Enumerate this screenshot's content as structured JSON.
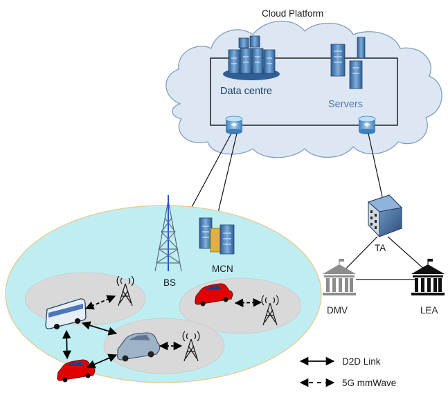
{
  "cloud": {
    "title": "Cloud Platform",
    "data_centre_label": "Data centre",
    "servers_label": "Servers"
  },
  "network": {
    "bs_label": "BS",
    "mcn_label": "MCN",
    "ta_label": "TA",
    "dmv_label": "DMV",
    "lea_label": "LEA"
  },
  "legend": {
    "d2d_label": "D2D Link",
    "mmwave_label": "5G mmWave"
  },
  "colors": {
    "cloud_fill": "#dde7f3",
    "cloud_stroke": "#7f9dbd",
    "cell_fill": "#bfeef2",
    "cell_stroke": "#e8c98a",
    "subcell_fill": "#d9d9d9",
    "accent_blue": "#3b6ea8",
    "car_red": "#e00000"
  }
}
